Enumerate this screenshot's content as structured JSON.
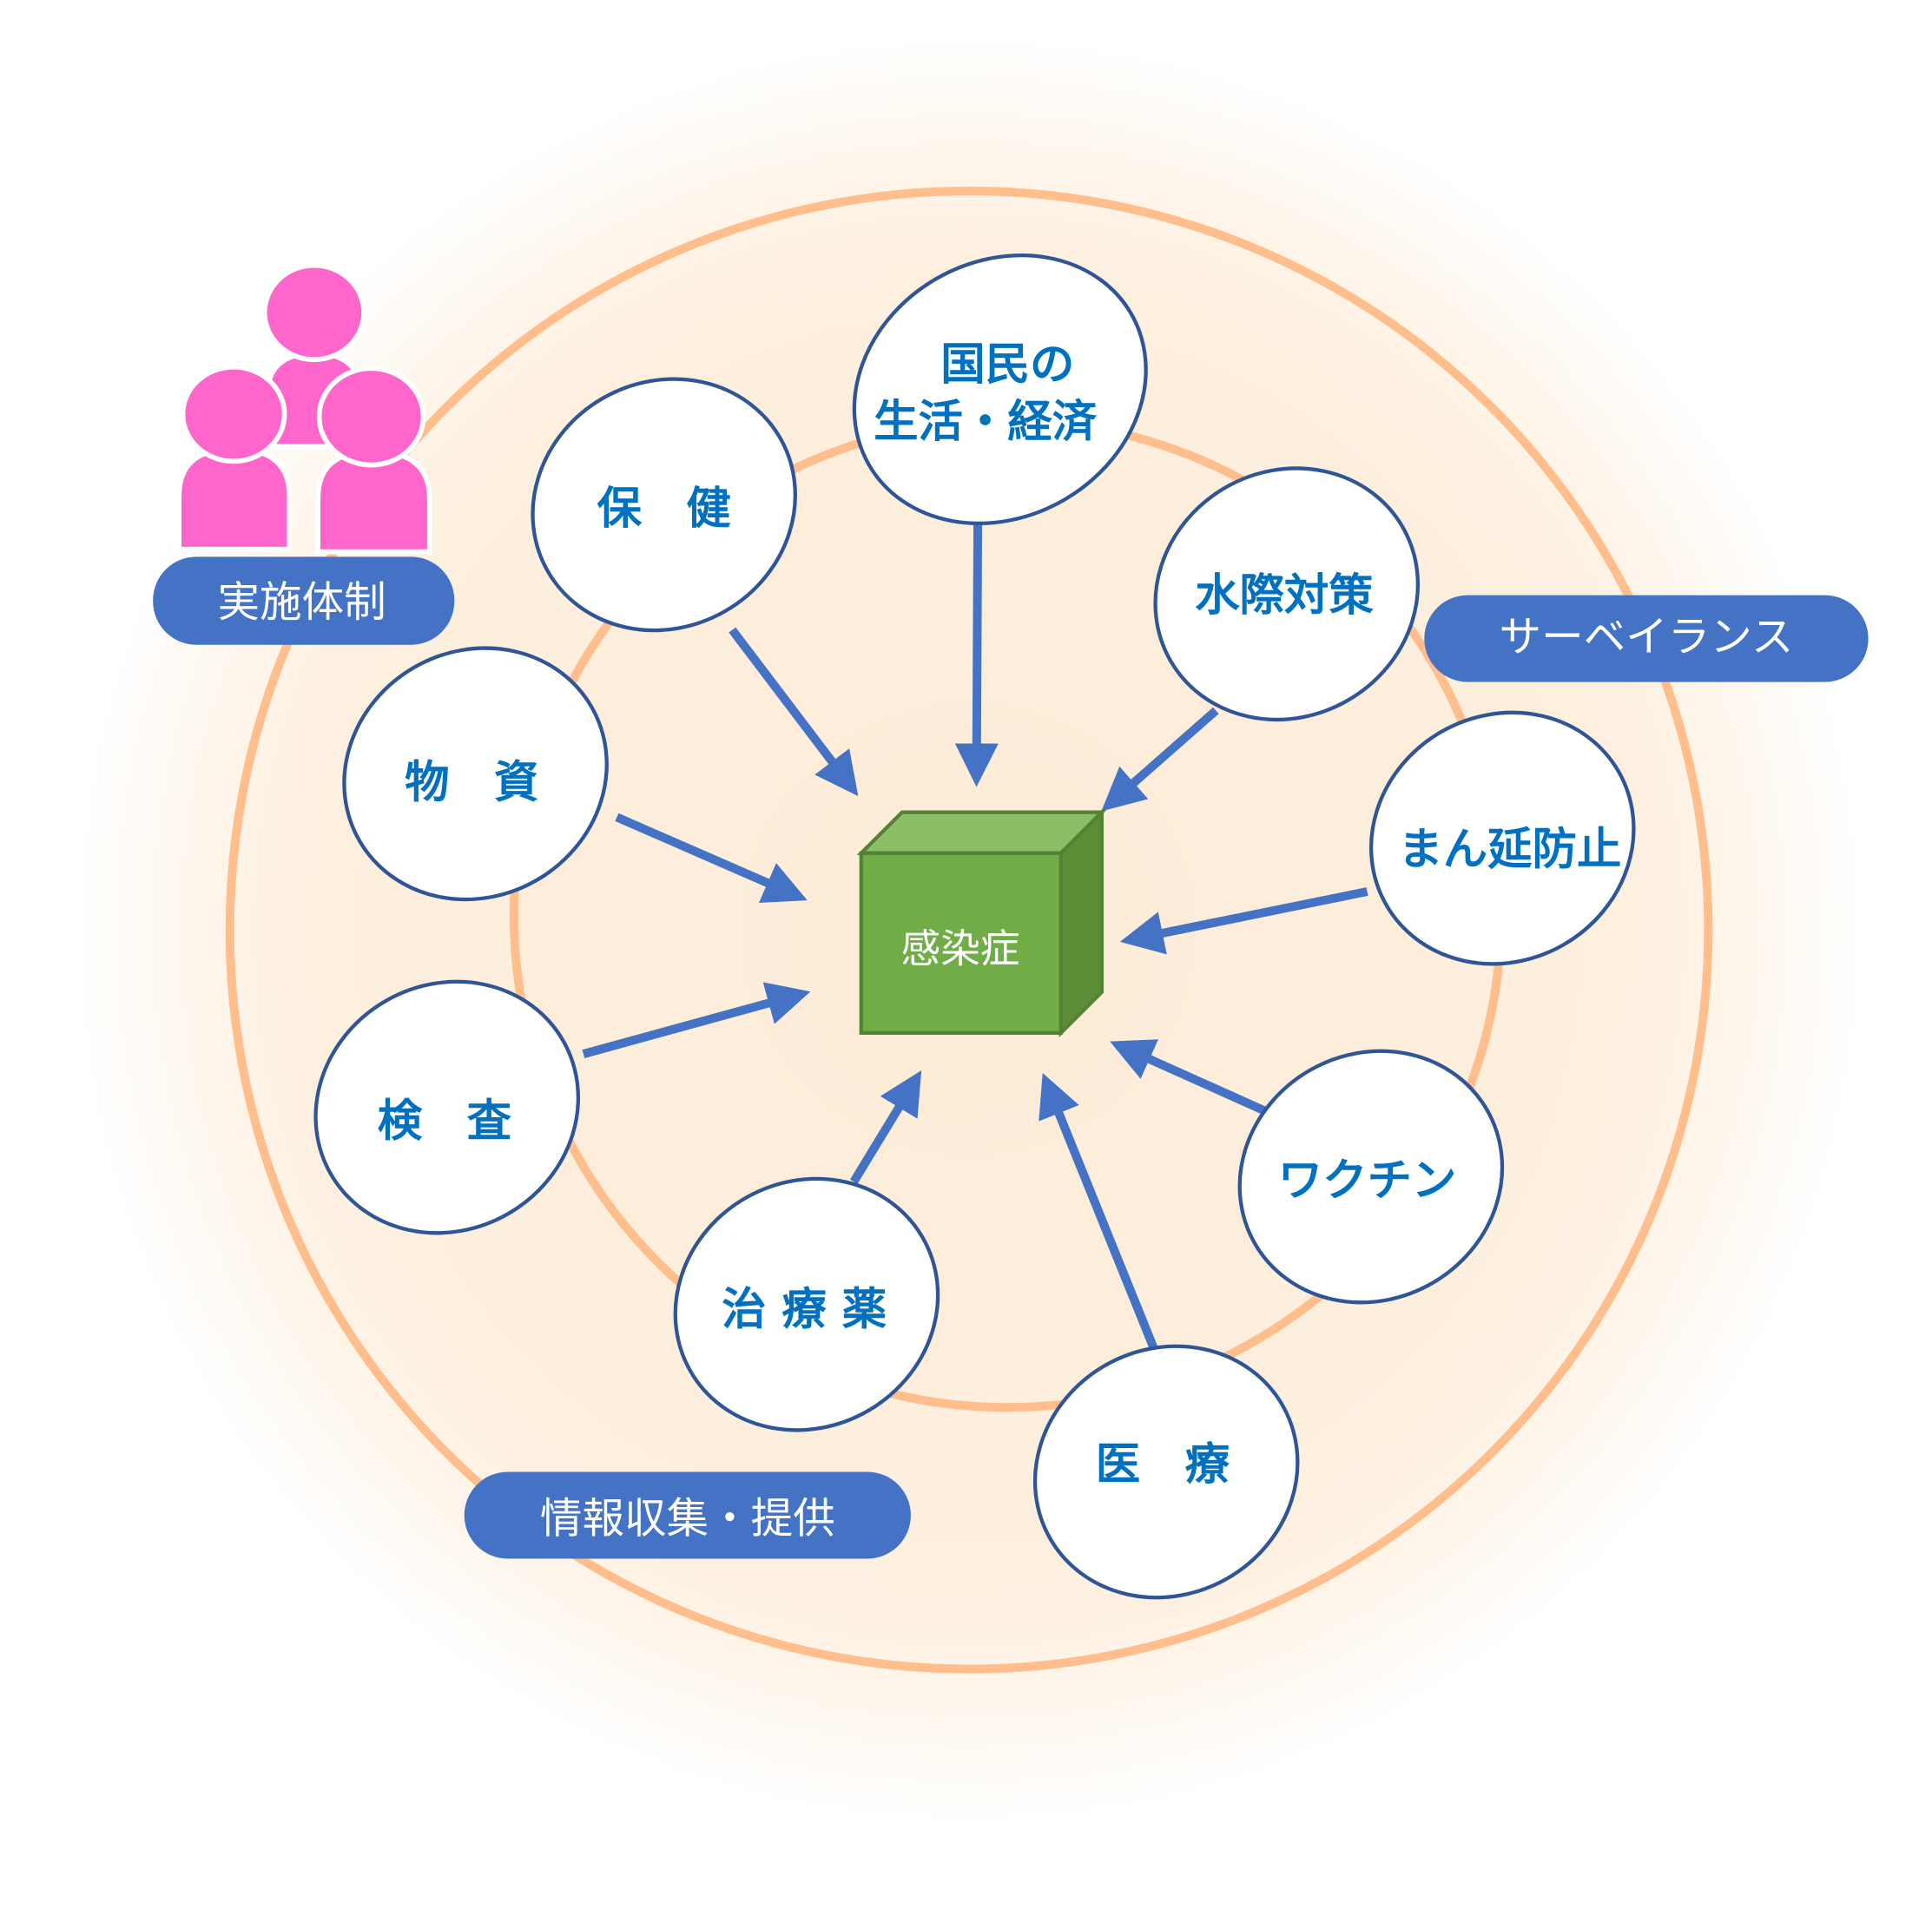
{
  "center": {
    "label": "感染症",
    "color": "#70AD47"
  },
  "nodes": [
    {
      "id": "hoken",
      "label": "保　健"
    },
    {
      "id": "kokumin",
      "label_line1": "国民の",
      "label_line2": "生活・経済"
    },
    {
      "id": "mizugiwa",
      "label": "水際対策"
    },
    {
      "id": "manen",
      "label": "まん延防止"
    },
    {
      "id": "vaccine",
      "label": "ワクチン"
    },
    {
      "id": "iryo",
      "label": "医　療"
    },
    {
      "id": "chiryoyaku",
      "label": "治 療 薬"
    },
    {
      "id": "kensa",
      "label": "検　査"
    },
    {
      "id": "busshi",
      "label": "物　資"
    }
  ],
  "tags": {
    "jisshi": "実施体制",
    "surveillance": "サーベイランス",
    "joho": "情報収集・提供"
  },
  "colors": {
    "ring": "#FFBE8C",
    "arrow": "#4472C4",
    "pill": "#4472C4",
    "people": "#FF66CC",
    "text": "#0070C0"
  }
}
